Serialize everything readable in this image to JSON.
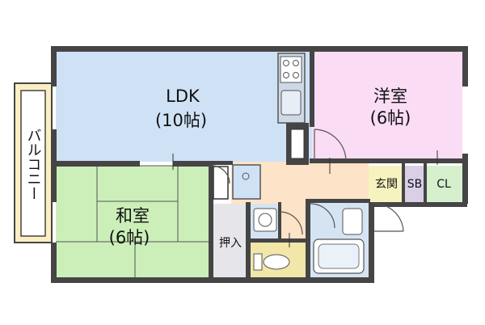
{
  "rooms": {
    "ldk": {
      "name": "LDK",
      "size": "(10帖)"
    },
    "western": {
      "name": "洋室",
      "size": "(6帖)"
    },
    "japanese": {
      "name": "和室",
      "size": "(6帖)"
    },
    "oshiire": {
      "name": "押入"
    },
    "entrance": {
      "name": "玄関"
    },
    "shoe_box": {
      "name": "SB"
    },
    "closet": {
      "name": "CL"
    },
    "balcony": {
      "name": "バルコニー"
    }
  },
  "colors": {
    "ldk": "#cfe1f5",
    "western": "#fbdcf5",
    "japanese": "#ccefb9",
    "corridor": "#fde3c7",
    "toilet": "#f2e6a8",
    "entrance": "#f7f3bf",
    "shoe_box": "#d9cfe6",
    "closet": "#d6efcd",
    "oshiire": "#e6e6ea",
    "wet_area": "#d5e4f3",
    "balcony": "#fbefc2",
    "wall": "#454545"
  }
}
